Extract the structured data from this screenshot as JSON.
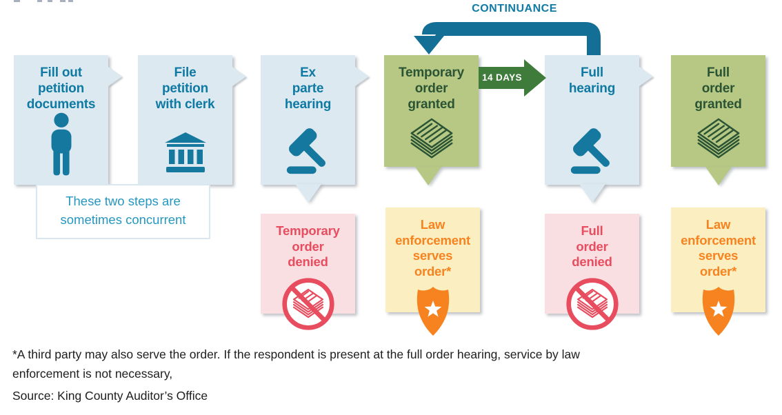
{
  "colors": {
    "light_blue_box": "#dde9f0",
    "teal_text": "#0e7aa3",
    "teal_icon": "#15789e",
    "green_box": "#b6c884",
    "dark_green_text": "#2b5434",
    "pink_box": "#fadfe2",
    "red": "#e74d5e",
    "yellow_box": "#fbefc2",
    "orange": "#f6831f",
    "continuance_arrow": "#136f96",
    "days_arrow_green": "#3f7b3b",
    "note_border": "#d9e8f0",
    "note_text": "#2697c0"
  },
  "flow": {
    "continuance_label": "CONTINUANCE",
    "interval_label": "14 DAYS",
    "note": "These two steps are\nsometimes concurrent",
    "steps": [
      {
        "label": "Fill out\npetition\ndocuments",
        "icon": "person-icon",
        "variant": "process"
      },
      {
        "label": "File\npetition\nwith clerk",
        "icon": "courthouse-icon",
        "variant": "process"
      },
      {
        "label": "Ex\nparte\nhearing",
        "icon": "gavel-icon",
        "variant": "process"
      },
      {
        "label": "Temporary\norder\ngranted",
        "icon": "documents-stack-icon",
        "variant": "granted"
      },
      {
        "label": "Full\nhearing",
        "icon": "gavel-icon",
        "variant": "process"
      },
      {
        "label": "Full\norder\ngranted",
        "icon": "documents-stack-icon",
        "variant": "granted"
      }
    ],
    "outcomes": [
      {
        "label": "Temporary\norder\ndenied",
        "icon": "denied-documents-icon",
        "variant": "denied"
      },
      {
        "label": "Law\nenforcement\nserves\norder*",
        "icon": "badge-star-icon",
        "variant": "serve"
      },
      {
        "label": "Full\norder\ndenied",
        "icon": "denied-documents-icon",
        "variant": "denied"
      },
      {
        "label": "Law\nenforcement\nserves\norder*",
        "icon": "badge-star-icon",
        "variant": "serve"
      }
    ]
  },
  "footer": {
    "footnote": "*A third party may also serve the order. If the respondent is present at the full order hearing, service by law\nenforcement is not necessary,",
    "source": "Source: King County Auditor’s Office"
  }
}
